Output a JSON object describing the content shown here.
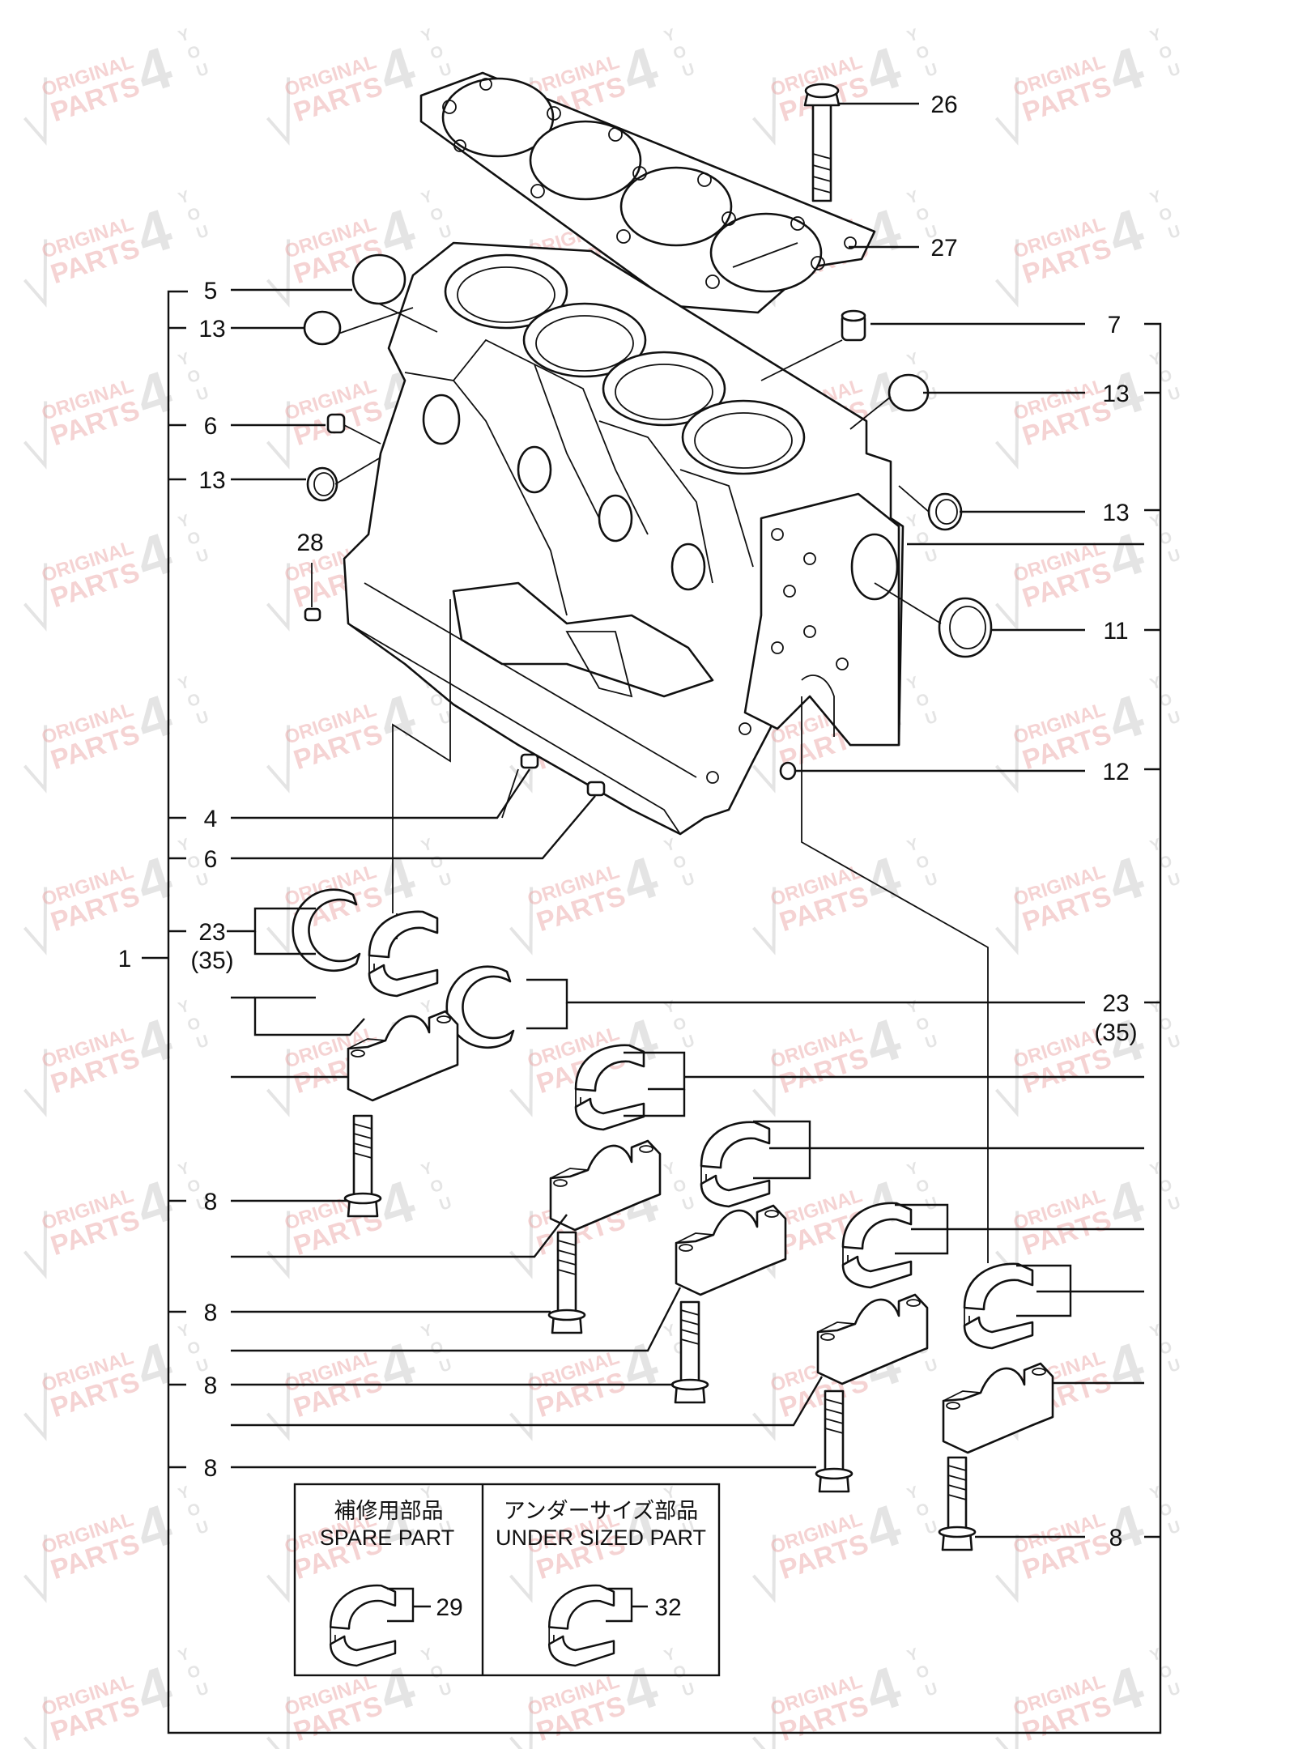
{
  "watermark": {
    "line1": "ORIGINAL",
    "line2": "PARTS",
    "digit": "4",
    "y": "Y",
    "o": "O",
    "u": "U"
  },
  "labels": {
    "p1": "1",
    "p4": "4",
    "p5": "5",
    "p6a": "6",
    "p6b": "6",
    "p7": "7",
    "p8a": "8",
    "p8b": "8",
    "p8c": "8",
    "p8d": "8",
    "p8e": "8",
    "p11": "11",
    "p12": "12",
    "p13a": "13",
    "p13b": "13",
    "p13c": "13",
    "p13d": "13",
    "p23a": "23",
    "p35a": "(35)",
    "p23b": "23",
    "p35b": "(35)",
    "p26": "26",
    "p27": "27",
    "p28": "28",
    "p29": "29",
    "p32": "32"
  },
  "legend": {
    "spare_jp": "補修用部品",
    "spare_en": "SPARE PART",
    "under_jp": "アンダーサイズ部品",
    "under_en": "UNDER SIZED PART"
  }
}
